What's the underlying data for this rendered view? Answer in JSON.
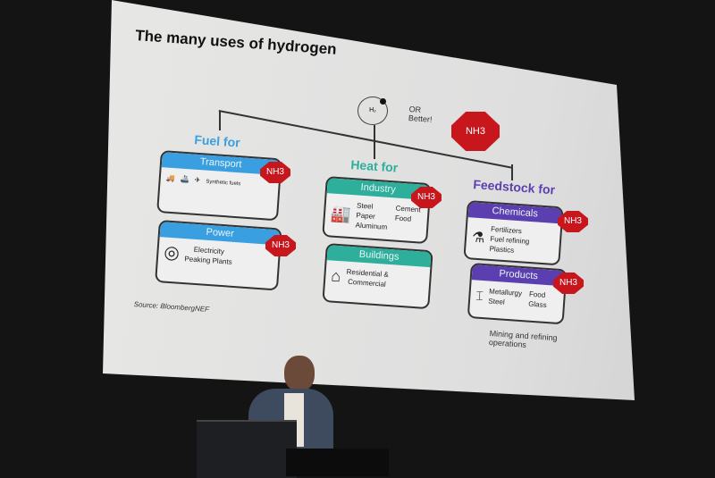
{
  "slide": {
    "title": "The many uses of hydrogen",
    "h2_label": "H₂",
    "or_better": "OR Better!",
    "nh3": "NH3",
    "source": "Source: BloombergNEF",
    "columns": [
      {
        "heading": "Fuel for",
        "color": "#3a9fe0",
        "boxes": [
          {
            "title": "Transport",
            "items": [
              "Synthetic fuels"
            ]
          },
          {
            "title": "Power",
            "items": [
              "Electricity",
              "Peaking Plants"
            ]
          }
        ]
      },
      {
        "heading": "Heat for",
        "color": "#2eaf9c",
        "boxes": [
          {
            "title": "Industry",
            "items": [
              "Steel",
              "Cement",
              "Paper",
              "Food",
              "Aluminum"
            ]
          },
          {
            "title": "Buildings",
            "items": [
              "Residential &",
              "Commercial"
            ]
          }
        ]
      },
      {
        "heading": "Feedstock for",
        "color": "#5b3fb0",
        "boxes": [
          {
            "title": "Chemicals",
            "items": [
              "Fertilizers",
              "Fuel refining",
              "Plastics"
            ]
          },
          {
            "title": "Products",
            "items": [
              "Metallurgy",
              "Food",
              "Steel",
              "Glass"
            ]
          }
        ]
      }
    ],
    "mining_note": "Mining and refining operations"
  }
}
